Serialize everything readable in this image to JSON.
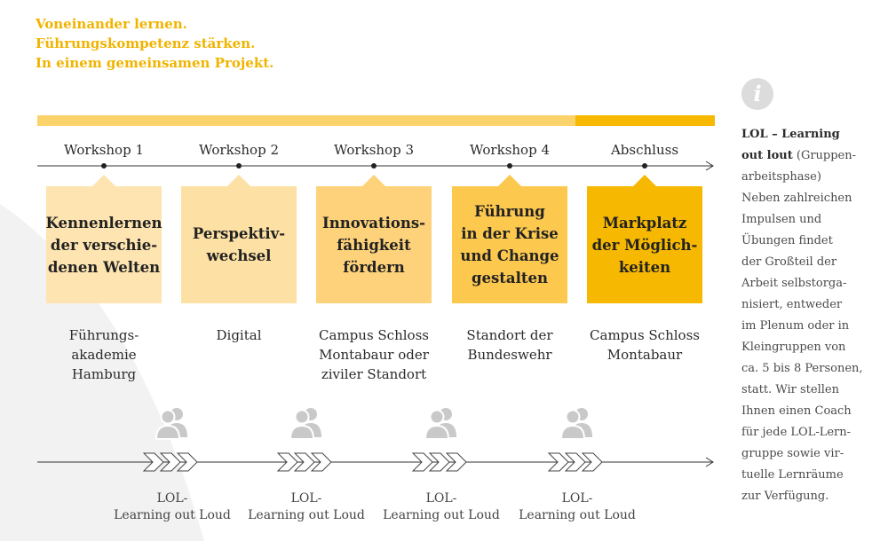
{
  "tagline": [
    "Voneinander lernen.",
    "Führungskompetenz stärken.",
    "In einem gemeinsamen Projekt."
  ],
  "stages": [
    {
      "label": "Workshop 1",
      "box_lines": [
        "Kennenlernen",
        "der verschie-",
        "denen Welten"
      ],
      "location_lines": [
        "Führungs-",
        "akademie",
        "Hamburg"
      ],
      "color": "#fde4b0"
    },
    {
      "label": "Workshop 2",
      "box_lines": [
        "Perspektiv-",
        "wechsel"
      ],
      "location_lines": [
        "Digital"
      ],
      "color": "#fde0a3"
    },
    {
      "label": "Workshop 3",
      "box_lines": [
        "Innovations-",
        "fähigkeit",
        "fördern"
      ],
      "location_lines": [
        "Campus Schloss",
        "Montabaur oder",
        "ziviler Standort"
      ],
      "color": "#fdd27a"
    },
    {
      "label": "Workshop 4",
      "box_lines": [
        "Führung",
        "in der Krise",
        "und Change",
        "gestalten"
      ],
      "location_lines": [
        "Standort der",
        "Bundeswehr"
      ],
      "color": "#fcc84e"
    },
    {
      "label": "Abschluss",
      "box_lines": [
        "Markplatz",
        "der Möglich-",
        "keiten"
      ],
      "location_lines": [
        "Campus Schloss",
        "Montabaur"
      ],
      "color": "#f6b800"
    }
  ],
  "lol_groups": [
    {
      "lines": [
        "LOL-",
        "Learning out Loud"
      ]
    },
    {
      "lines": [
        "LOL-",
        "Learning out Loud"
      ]
    },
    {
      "lines": [
        "LOL-",
        "Learning out Loud"
      ]
    },
    {
      "lines": [
        "LOL-",
        "Learning out Loud"
      ]
    }
  ],
  "sidebar": {
    "icon": "info-icon",
    "icon_glyph": "i",
    "lines": [
      {
        "text": "LOL – Learning",
        "bold": true
      },
      {
        "text": "out lout",
        "bold": true,
        "suffix": " (Gruppen-"
      },
      {
        "text": "arbeitsphase)"
      },
      {
        "text": "Neben zahlreichen"
      },
      {
        "text": "Impulsen und"
      },
      {
        "text": "Übungen findet"
      },
      {
        "text": "der Großteil der"
      },
      {
        "text": "Arbeit selbstorga-"
      },
      {
        "text": "nisiert, entweder"
      },
      {
        "text": "im Plenum oder in"
      },
      {
        "text": "Kleingruppen von"
      },
      {
        "text": "ca. 5 bis 8 Personen,"
      },
      {
        "text": "statt. Wir stellen"
      },
      {
        "text": "Ihnen einen Coach"
      },
      {
        "text": "für jede LOL-Lern-"
      },
      {
        "text": "gruppe sowie vir-"
      },
      {
        "text": "tuelle Lernräume"
      },
      {
        "text": "zur Verfügung."
      }
    ]
  },
  "colors": {
    "accent": "#f0b400",
    "bar_light": "#fcd36b",
    "bar_dark": "#f6b800",
    "icon_gray": "#c9c9c9"
  }
}
